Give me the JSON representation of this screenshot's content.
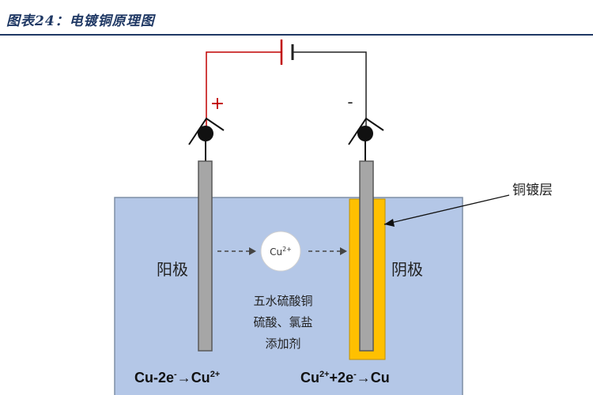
{
  "figure": {
    "title": "图表24：电镀铜原理图"
  },
  "diagram": {
    "terminals": {
      "positive": "+",
      "negative": "-"
    },
    "anode_label": "阳极",
    "cathode_label": "阴极",
    "coating_label": "铜镀层",
    "ion": {
      "base": "Cu",
      "charge": "2+"
    },
    "electrolyte_lines": [
      "五水硫酸铜",
      "硫酸、氯盐",
      "添加剂"
    ],
    "anode_reaction": {
      "lhs": "Cu-2e",
      "e_sup": "-",
      "arrow": "→",
      "prod": "Cu",
      "prod_sup": "2+"
    },
    "cathode_reaction": {
      "lhs": "Cu",
      "lhs_sup": "2+",
      "mid": "+2e",
      "e_sup": "-",
      "arrow": "→",
      "prod": "Cu"
    },
    "colors": {
      "electrolyte": "#b4c7e7",
      "electrode": "#a6a6a6",
      "copper_layer": "#ffc000",
      "positive_wire": "#c00000",
      "header": "#1f3864"
    }
  }
}
